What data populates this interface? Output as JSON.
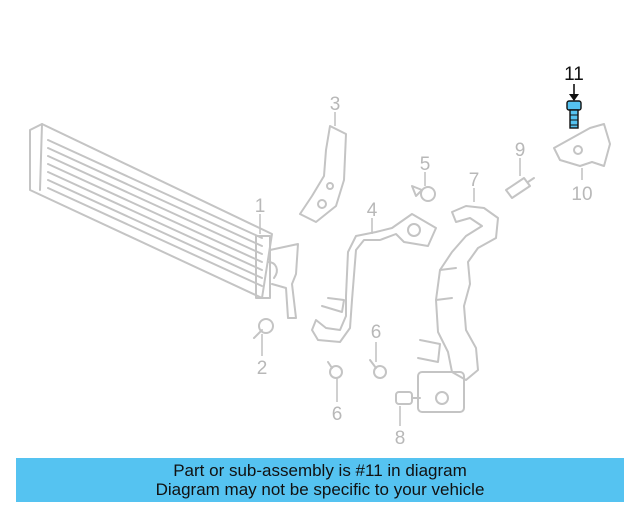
{
  "diagram": {
    "callouts": [
      {
        "id": "1",
        "label": "1"
      },
      {
        "id": "2",
        "label": "2"
      },
      {
        "id": "3",
        "label": "3"
      },
      {
        "id": "4",
        "label": "4"
      },
      {
        "id": "5",
        "label": "5"
      },
      {
        "id": "6a",
        "label": "6"
      },
      {
        "id": "6b",
        "label": "6"
      },
      {
        "id": "7",
        "label": "7"
      },
      {
        "id": "8",
        "label": "8"
      },
      {
        "id": "9",
        "label": "9"
      },
      {
        "id": "10",
        "label": "10"
      },
      {
        "id": "11",
        "label": "11",
        "highlighted": true
      }
    ],
    "colors": {
      "highlight_part": "#55c3f1",
      "muted_line": "#c4c4c4",
      "muted_text": "#b8b8b8",
      "highlight_text": "#111111"
    }
  },
  "banner": {
    "line1": "Part or sub-assembly is #11 in diagram",
    "line2": "Diagram may not be specific to your vehicle",
    "background": "#55c3f1"
  }
}
